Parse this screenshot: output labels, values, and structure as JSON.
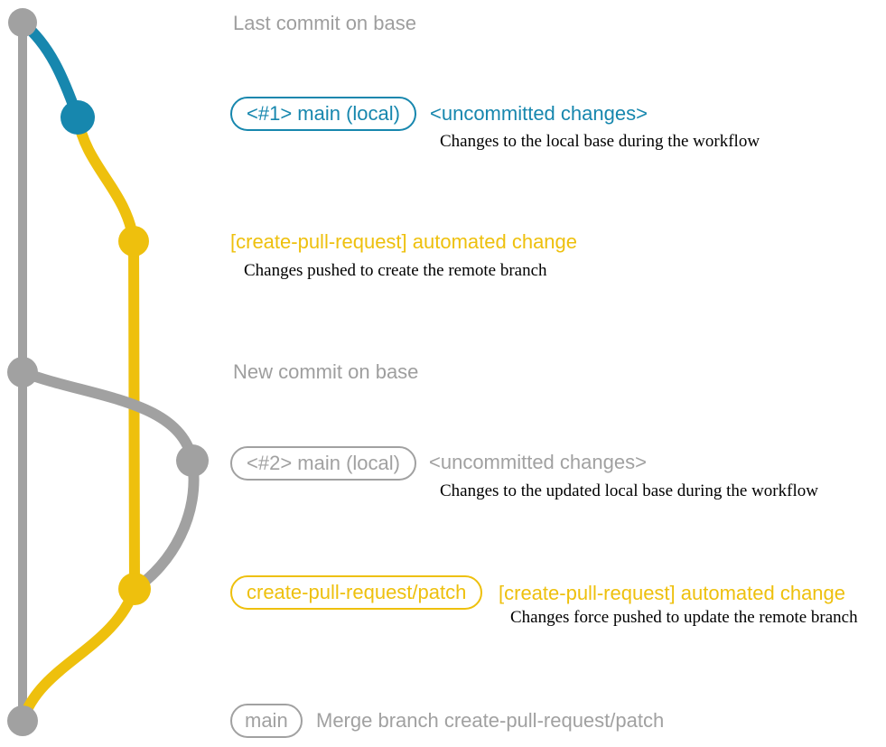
{
  "colors": {
    "gray": "#a1a1a1",
    "blue": "#1787ae",
    "yellow": "#eec00d",
    "heading": "#9e9e9e",
    "caption": "#000000",
    "background": "#ffffff"
  },
  "graph": {
    "branches": {
      "base": "gray",
      "local_main": "blue-then-gray",
      "create_pull_request_patch": "yellow"
    },
    "nodes": [
      "last-commit-on-base",
      "local-uncommitted-1",
      "remote-branch-commit-1",
      "new-commit-on-base",
      "local-uncommitted-2",
      "remote-branch-commit-2",
      "merge-commit"
    ]
  },
  "rows": [
    {
      "header": "Last commit on base"
    },
    {
      "box": "<#1> main (local)",
      "label": "<uncommitted changes>",
      "caption": "Changes to the local base during the workflow"
    },
    {
      "label": "[create-pull-request] automated change",
      "caption": "Changes pushed to create the remote branch"
    },
    {
      "header": "New commit on base"
    },
    {
      "box": "<#2> main (local)",
      "label": "<uncommitted changes>",
      "caption": "Changes to the updated local base during the workflow"
    },
    {
      "box": "create-pull-request/patch",
      "label": "[create-pull-request] automated change",
      "caption": "Changes force pushed to update the remote branch"
    },
    {
      "box": "main",
      "label": "Merge branch create-pull-request/patch"
    }
  ]
}
